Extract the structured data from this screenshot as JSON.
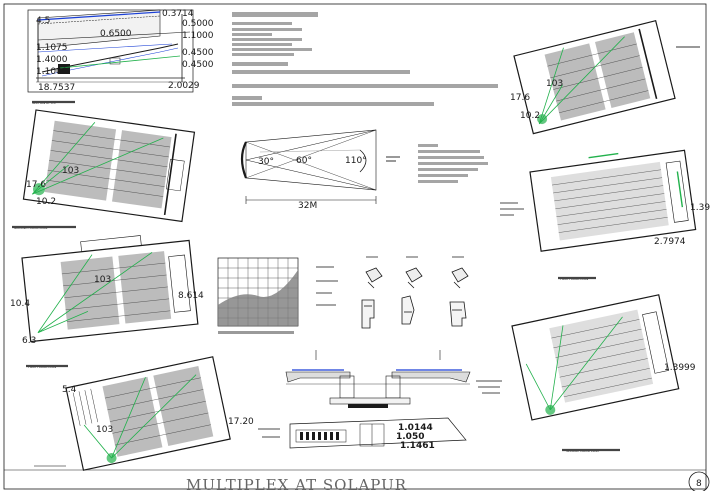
{
  "sheet": {
    "title": "MULTIPLEX AT SOLAPUR",
    "sheet_mark": "8"
  },
  "section_drawing": {
    "dims": [
      "4.5",
      "0.3714",
      "0.5000",
      "1.1000",
      "0.4500",
      "0.4500",
      "1.1075",
      "1.4000",
      "1.1000",
      "0.6500",
      "18.7537",
      "2.0029"
    ],
    "caption": "SECTION AT X-X"
  },
  "sightline_diagram": {
    "angles": [
      "30°",
      "60°",
      "110°"
    ],
    "distance": "32M"
  },
  "plans": {
    "left_top": {
      "dims": [
        "17.6",
        "10.2"
      ],
      "seat_mark": "103",
      "caption": "GROUND FLOOR PLAN"
    },
    "left_mid": {
      "dims": [
        "10.4",
        "6.3",
        "8.614"
      ],
      "seat_mark": "103",
      "caption": "FIRST FLOOR PLAN"
    },
    "left_bottom": {
      "dims": [
        "5.4",
        "17.20"
      ],
      "seat_mark": "103"
    },
    "right_top": {
      "dims": [
        "17.6",
        "10.2"
      ],
      "seat_mark": "103"
    },
    "right_mid": {
      "dims": [
        "1.3999",
        "2.7974"
      ],
      "caption": "FIRST FLOOR PLAN"
    },
    "right_bottom": {
      "dims": [
        "1.3999"
      ],
      "caption": "SECOND FLOOR PLAN"
    }
  },
  "screen_block": {
    "dims": [
      "1.0144",
      "1.050",
      "1.1461"
    ]
  },
  "colors": {
    "line": "#1a1a1a",
    "accent_green": "#22b14c",
    "accent_blue": "#1a3fd6",
    "text_gray": "#9a9a9a"
  }
}
